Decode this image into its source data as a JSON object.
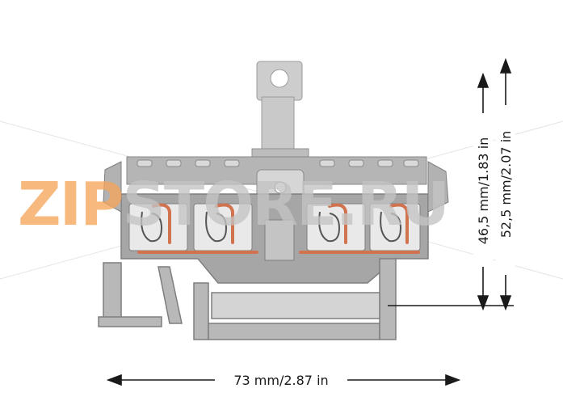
{
  "watermark": {
    "brand_orange": "ZIP",
    "brand_grey": "STORE",
    "domain_suffix": ".RU",
    "orange_color": "#f5a65b",
    "grey_color": "#c4c4c4"
  },
  "dimensions": {
    "width_label": "73 mm/2.87 in",
    "height_inner_label": "46,5 mm/1.83 in",
    "height_outer_label": "52,5 mm/2.07 in"
  },
  "colors": {
    "housing": "#a3a3a3",
    "housing_light": "#cdcdcd",
    "housing_dark": "#7e7e7e",
    "contact": "#d2734f",
    "line": "#1a1a1a"
  }
}
